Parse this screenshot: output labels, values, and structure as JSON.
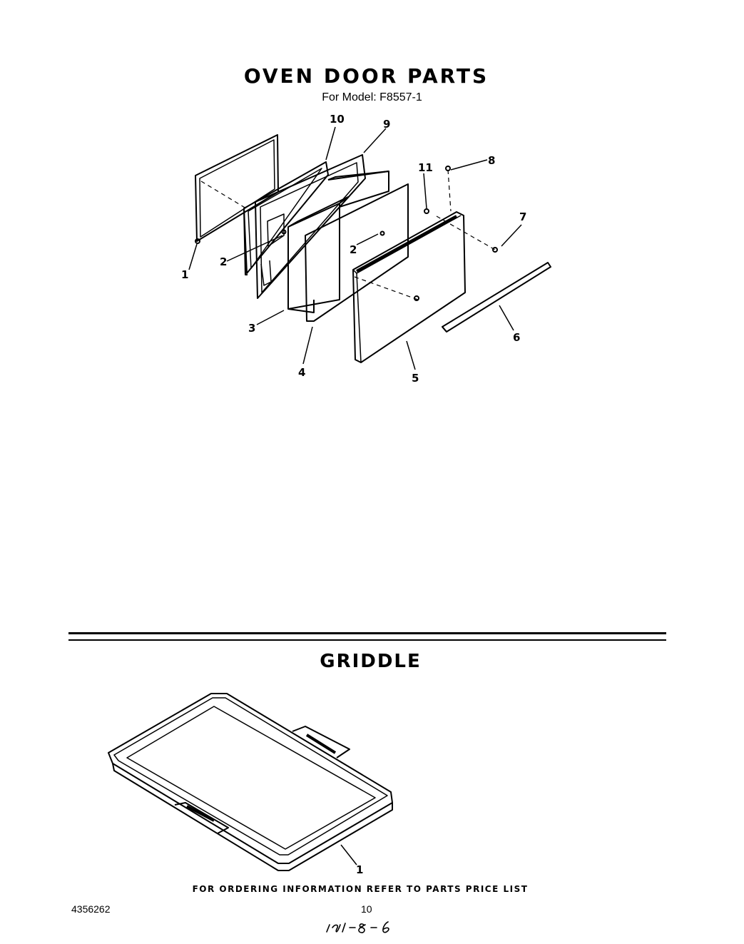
{
  "oven_section": {
    "title": "OVEN DOOR PARTS",
    "model_line": "For Model: F8557-1",
    "callouts": [
      "1",
      "2",
      "2",
      "3",
      "4",
      "5",
      "6",
      "7",
      "8",
      "9",
      "10",
      "11"
    ]
  },
  "griddle_section": {
    "title": "GRIDDLE",
    "callouts": [
      "1"
    ]
  },
  "footer": {
    "order_info": "FOR ORDERING INFORMATION REFER TO PARTS PRICE LIST",
    "doc_number": "4356262",
    "page_number": "10",
    "handwritten_note": "191-8-6"
  }
}
